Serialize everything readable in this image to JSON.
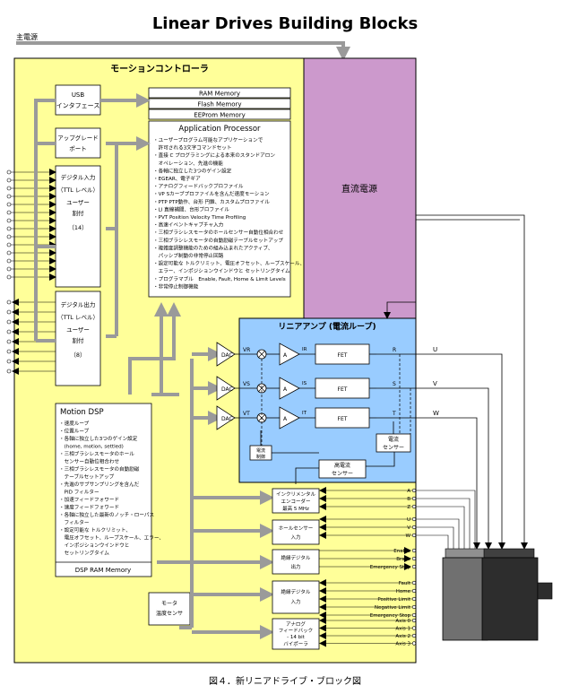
{
  "title": "Linear Drives Building Blocks",
  "main_power": "主電源",
  "motion_controller": "モーションコントローラ",
  "dc_power": "直流電源",
  "usb": [
    "USB",
    "インタフェース"
  ],
  "upgrade": [
    "アップグレード",
    "ポート"
  ],
  "digital_in": [
    "デジタル入力",
    "（TTL レベル）",
    "ユーザー",
    "割付",
    "（14）"
  ],
  "digital_out": [
    "デジタル出力",
    "（TTL レベル）",
    "ユーザー",
    "割付",
    "（8）"
  ],
  "memory": [
    "RAM Memory",
    "Flash Memory",
    "EEProm Memory"
  ],
  "app_processor": {
    "title": "Application Processor",
    "items": [
      "・ユーザープログラム可能なアプリケーションで",
      "　許可される3文字コマンドセット",
      "・直接 C プログラミングによる本来のスタンドアロン",
      "　オペレーション、先進の機能",
      "・各軸に独立した3つのゲイン設定",
      "・EGEAR、電子ギア",
      "・アナログフィードバックプロファイル",
      "・VP Sカーブプロファイルを含んだ速度モーション",
      "・PTP PTP動作、台形 円錐、カスタムプロファイル",
      "・LI 直線補間、台形プロファイル",
      "・PVT Position Velocity Time Profiling",
      "・高速イベントキャプチャ入力",
      "・三相ブラシレスモータのホールセンサー自動位相合わせ",
      "・三相ブラシレスモータの自動励磁テーブルセットアップ",
      "・複雑度調整機能のための組み込まれたアクティブ、",
      "　パッシブ制動の非常停止回路",
      "・設定可能な トルクリミット、電圧オフセット、ループスケール、",
      "　エラー、インポジションウインドウと セットリングタイム",
      "・プログラマブル　Enable, Fault, Home & Limit Levels",
      "・非常停止制御機能"
    ]
  },
  "linear_amp": "リニアアンプ (電流ループ)",
  "dac": "DAC",
  "amp": "A",
  "fet": "FET",
  "v_labels": [
    "VR",
    "VS",
    "VT"
  ],
  "i_labels": [
    "IR",
    "IS",
    "IT"
  ],
  "phase_labels": [
    "R",
    "S",
    "T"
  ],
  "outputs": [
    "U",
    "V",
    "W"
  ],
  "current_control": [
    "電流",
    "制御"
  ],
  "current_sensor": [
    "電流",
    "センサー"
  ],
  "high_current_sensor": [
    "高電流",
    "センサー"
  ],
  "motion_dsp": {
    "title": "Motion DSP",
    "items": [
      "・速度ループ",
      "・位置ループ",
      "・各軸に独立した3つのゲイン設定",
      "　(home, motion, settled)",
      "・三相ブラシレスモータのホール",
      "　センサー自動位相合わせ",
      "・三相ブラシレスモータの自動励磁",
      "　テーブルセットアップ",
      "・先進のサブサンプリングを含んだ",
      "　PID フィルター",
      "・加速フィードフォワード",
      "・速度フィードフォワード",
      "・各軸に独立した最新のノッチ・ローパス",
      "　フィルター",
      "・設定可能な トルクリミット、",
      "　電圧オフセット、ループスケール、エラー、",
      "　インポジションウインドウと",
      "　セットリングタイム"
    ],
    "memory": "DSP RAM Memory"
  },
  "motor_temp": [
    "モータ",
    "温度センサ"
  ],
  "encoder": [
    "インクリメンタル",
    "エンコーダー",
    "最高 5 MHz"
  ],
  "encoder_sig": [
    "A",
    "B",
    "Z"
  ],
  "hall": [
    "ホールセンサー",
    "入力"
  ],
  "hall_sig": [
    "U",
    "V",
    "W"
  ],
  "dout_block": [
    "絶縁デジタル",
    "出力"
  ],
  "dout_sig": [
    "Enable",
    "Brake",
    "Emergency Stop"
  ],
  "din_block": [
    "絶縁デジタル",
    "入力"
  ],
  "din_sig": [
    "Fault",
    "Home",
    "Positive Limit",
    "Negative Limit",
    "Emergency Stop"
  ],
  "analog_block": [
    "アナログ",
    "フィードバック",
    "- 14 bit",
    "バイポーラ"
  ],
  "analog_sig": [
    "Axis 0",
    "Axis 1",
    "Axis 2",
    "Axis 3"
  ],
  "caption": "図４．新リニアドライブ・ブロック図",
  "colors": {
    "controller": "#ffff99",
    "power": "#cc99cc",
    "amp": "#99ccff",
    "arrow": "#9a9a9a",
    "motor_left": "#707070",
    "motor_right": "#2d2d2d"
  }
}
